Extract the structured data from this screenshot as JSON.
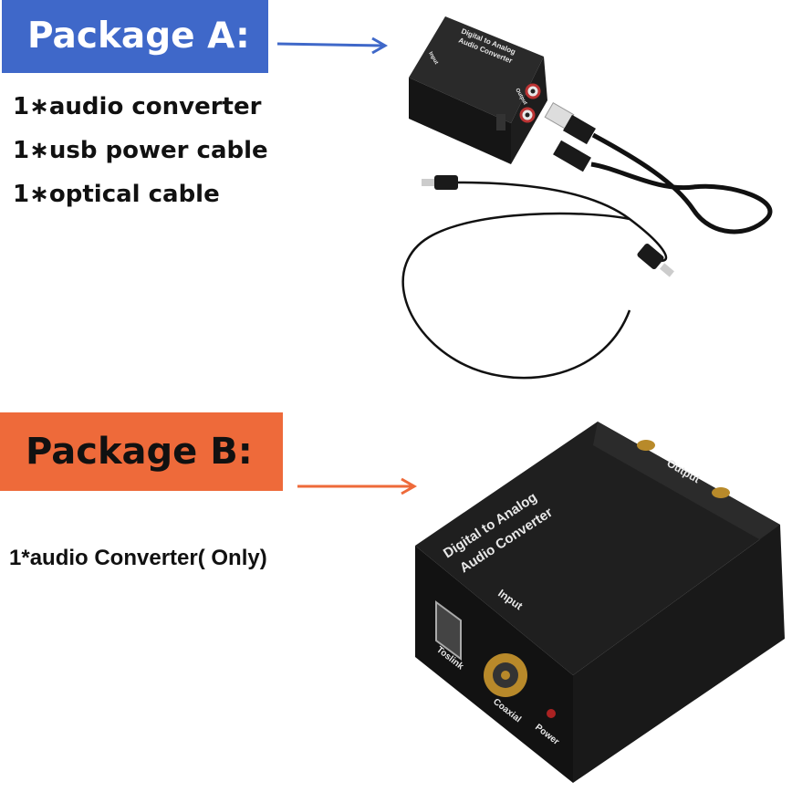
{
  "package_a": {
    "banner": "Package A:",
    "items": [
      "1∗audio converter",
      "1∗usb power cable",
      "1∗optical cable"
    ],
    "device_title_line1": "Digital to Analog",
    "device_title_line2": "Audio Converter",
    "device_output_label": "Output",
    "device_input_label": "Input"
  },
  "package_b": {
    "banner": "Package B:",
    "description": "1*audio Converter( Only)",
    "device_title_line1": "Digital to Analog",
    "device_title_line2": "Audio Converter",
    "output_label": "Output",
    "input_label": "Input",
    "toslink_label": "Toslink",
    "coaxial_label": "Coaxial",
    "power_label": "Power"
  },
  "colors": {
    "banner_a": "#3f68c9",
    "banner_b": "#ee6a3a",
    "arrow_a": "#3f68c9",
    "arrow_b": "#ee6a3a"
  }
}
